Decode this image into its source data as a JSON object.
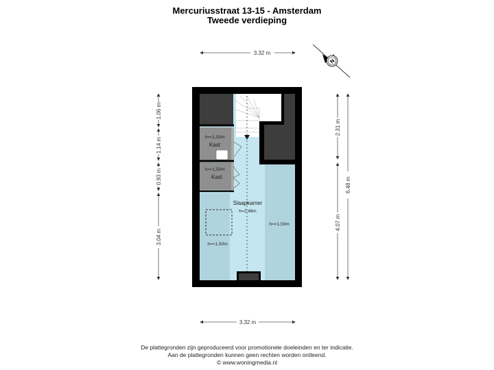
{
  "header": {
    "title": "Mercuriusstraat 13-15 - Amsterdam",
    "subtitle": "Tweede verdieping"
  },
  "dimensions": {
    "top_width": "3.32 m",
    "bottom_width": "3.32 m",
    "left": [
      "1.06 m",
      "1.14 m",
      "0.93 m",
      "3.04 m"
    ],
    "right_inner": [
      "2.31 m",
      "4.07 m"
    ],
    "right_outer": "6.48 m"
  },
  "rooms": {
    "kast_1": {
      "name": "Kast",
      "height": "h=<1,50m"
    },
    "kast_2": {
      "name": "Kast",
      "height": "h=<1,50m"
    },
    "slaapkamer": {
      "name": "Slaapkamer",
      "height": "h=2,46m"
    },
    "low_left": {
      "height": "h=<1,50m"
    },
    "low_right": {
      "height": "h=<1,50m"
    }
  },
  "compass": {
    "label": "N",
    "icon": "compass-north-icon"
  },
  "colors": {
    "wall": "#000000",
    "dark_fill": "#3d3d3d",
    "kast_fill": "#8f8f8f",
    "room_light": "#c4e6f0",
    "room_low": "#b0d4de",
    "stair_fill": "#ffffff"
  },
  "footer": {
    "line1": "De plattegronden zijn geproduceerd voor promotionele doeleinden en ter indicatie.",
    "line2": "Aan de plattegronden kunnen geen rechten worden ontleend.",
    "line3": "© www.woningmedia.nl"
  }
}
